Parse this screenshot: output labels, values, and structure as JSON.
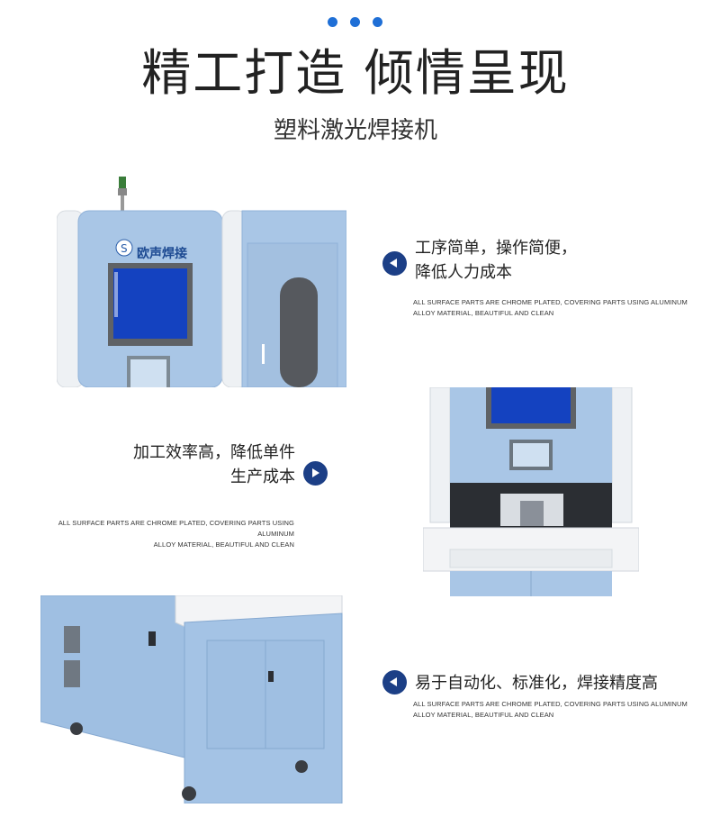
{
  "header": {
    "title": "精工打造 倾情呈现",
    "subtitle": "塑料激光焊接机"
  },
  "features": [
    {
      "line1": "工序简单，操作简便，",
      "line2": "降低人力成本",
      "desc1": "ALL SURFACE PARTS ARE CHROME PLATED, COVERING PARTS USING ALUMINUM",
      "desc2": "ALLOY MATERIAL, BEAUTIFUL AND CLEAN"
    },
    {
      "line1": "加工效率高，降低单件",
      "line2": "生产成本",
      "desc1": "ALL SURFACE PARTS ARE CHROME PLATED, COVERING PARTS USING ALUMINUM",
      "desc2": "ALLOY MATERIAL, BEAUTIFUL AND CLEAN"
    },
    {
      "line1": "易于自动化、标准化，焊接精度高",
      "desc1": "ALL SURFACE PARTS ARE CHROME PLATED, COVERING PARTS USING ALUMINUM",
      "desc2": "ALLOY MATERIAL, BEAUTIFUL AND CLEAN"
    }
  ],
  "machine": {
    "logo_text": "欧声焊接",
    "logo_letter": "S"
  },
  "icons": {
    "play_left": "play-left-icon",
    "play_right": "play-right-icon"
  },
  "colors": {
    "accent": "#1f6fd6",
    "icon_bg": "#1c3f86",
    "machine_blue": "#a7c4e4"
  }
}
